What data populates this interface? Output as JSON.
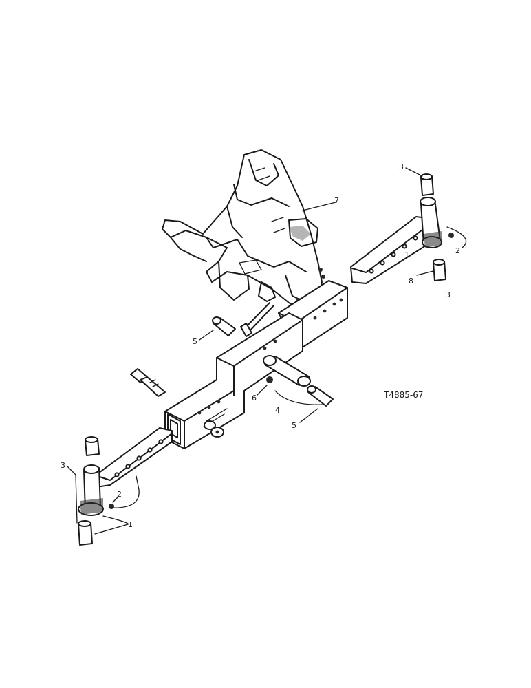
{
  "drawing_code": "T4885-67",
  "callouts": {
    "bracket": "7",
    "right_pin_top": "3",
    "right_arm": "1",
    "right_clip": "2",
    "right_bushing": "8",
    "right_pin_bottom": "3",
    "sleeve_left": "5",
    "sleeve_right": "5",
    "bolt_washer": "6",
    "axle_pin": "4",
    "left_pin_top": "3",
    "left_clip": "2",
    "left_arm": "1"
  }
}
